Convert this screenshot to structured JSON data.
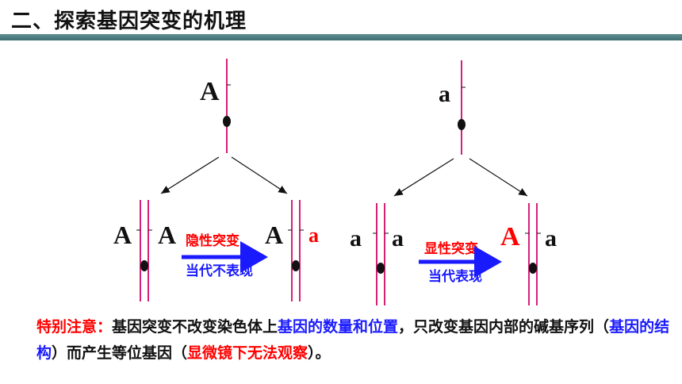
{
  "title": "二、探索基因突变的机理",
  "left": {
    "parent_allele": "A",
    "child1_left": "A",
    "child1_right": "A",
    "child2_left": "A",
    "child2_right": "a",
    "arrow_top": "隐性突变",
    "arrow_bottom": "当代不表现"
  },
  "right": {
    "parent_allele": "a",
    "child1_left": "a",
    "child1_right": "a",
    "child2_left": "A",
    "child2_right": "a",
    "arrow_top": "显性突变",
    "arrow_bottom": "当代表现"
  },
  "note": {
    "label": "特别注意：",
    "t1": "基因突变不改变染色体上",
    "h1": "基因的数量和位置",
    "t2": "，只改变基因内部的碱基序列（",
    "h2": "基因的结构",
    "t3": "）而产生等位基因（",
    "h3": "显微镜下无法观察",
    "t4": "）。"
  },
  "colors": {
    "chromosome": "#d6207a",
    "arrow_blue": "#1a1aff",
    "highlight_red": "#ff0000",
    "title_bar": "#4f7f82"
  }
}
